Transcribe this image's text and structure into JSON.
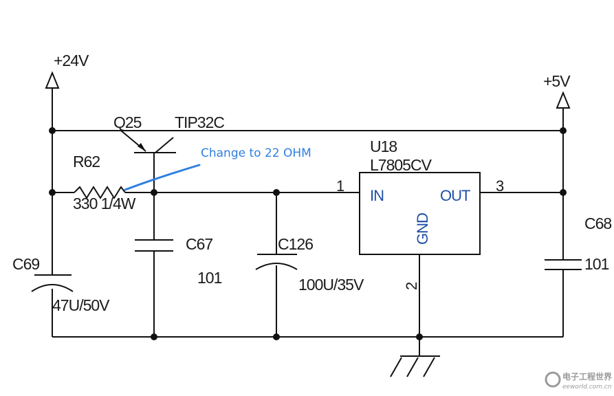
{
  "rails": {
    "vin_label": "+24V",
    "vout_label": "+5V"
  },
  "transistor": {
    "ref": "Q25",
    "part": "TIP32C"
  },
  "resistor": {
    "ref": "R62",
    "value": "330 1/4W"
  },
  "annotation": {
    "text": "Change to 22 OHM",
    "color": "#2f7fe0"
  },
  "regulator": {
    "ref": "U18",
    "part": "L7805CV",
    "pin_in_label": "IN",
    "pin_out_label": "OUT",
    "pin_gnd_label": "GND",
    "pin_in_number": "1",
    "pin_out_number": "3",
    "pin_gnd_number": "2",
    "label_color": "#1f4fa6"
  },
  "capacitors": [
    {
      "ref": "C69",
      "value": "47U/50V"
    },
    {
      "ref": "C67",
      "value": "101"
    },
    {
      "ref": "C126",
      "value": "100U/35V"
    },
    {
      "ref": "C68",
      "value": "101"
    }
  ],
  "watermark": {
    "name": "电子工程世界",
    "site": "eeworld.com.cn"
  }
}
